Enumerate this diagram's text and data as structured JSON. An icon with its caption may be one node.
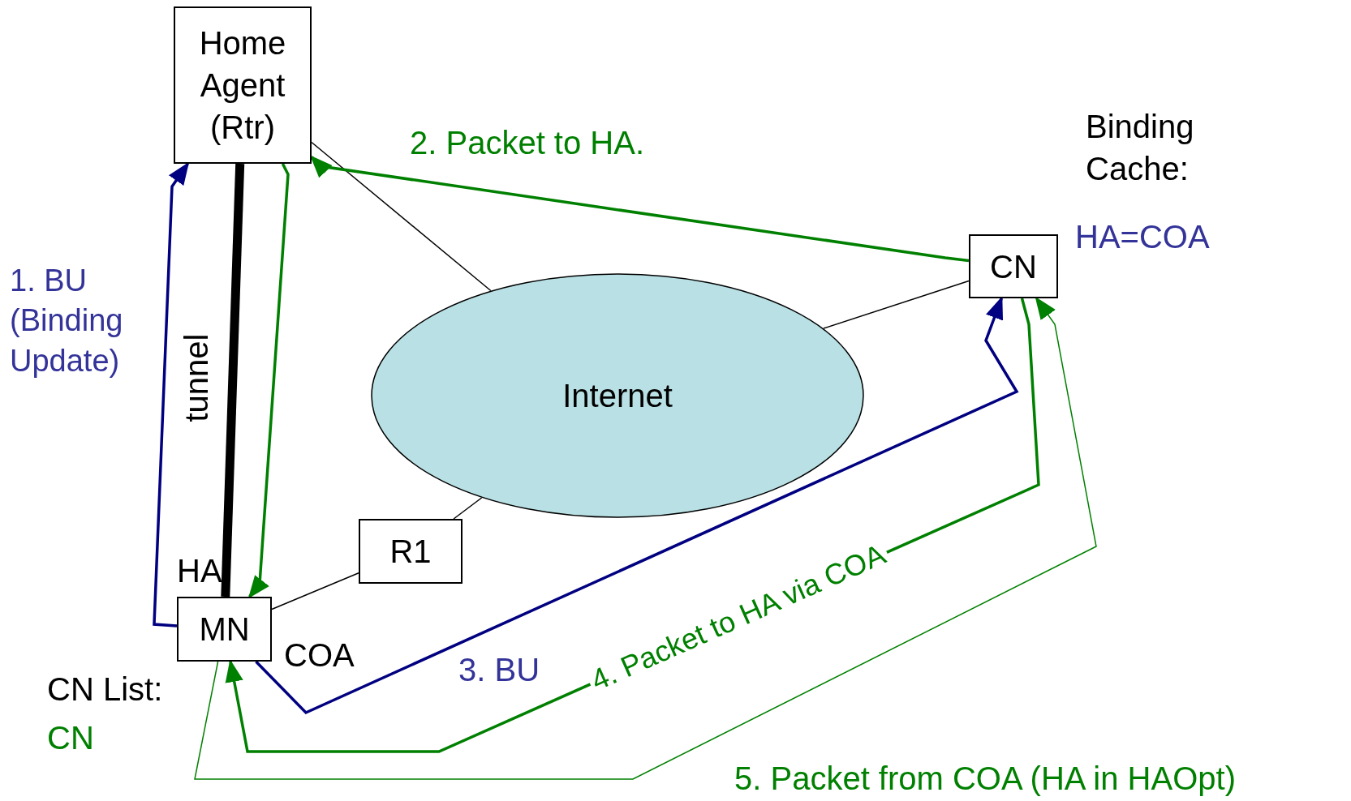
{
  "diagram": {
    "nodes": [
      {
        "text": [
          "Home Agent (Rtr)"
        ]
      },
      {
        "text": [
          "CN"
        ]
      },
      {
        "text": [
          "Internet"
        ]
      },
      {
        "text": [
          "R1"
        ]
      },
      {
        "text": [
          "MN"
        ]
      }
    ],
    "edges": [
      {
        "from": 0,
        "to": 2,
        "arrow": "none"
      },
      {
        "from": 1,
        "to": 2,
        "arrow": "none"
      },
      {
        "from": 3,
        "to": 2,
        "arrow": "none"
      },
      {
        "from": 4,
        "to": 3,
        "arrow": "none"
      },
      {
        "from": 4,
        "to": 0,
        "arrow": "none",
        "style": "thick",
        "label": "tunnel"
      },
      {
        "from": 4,
        "to": 0,
        "arrow": "to",
        "color": "#000080",
        "label": "1. BU (Binding Update)"
      },
      {
        "from": 1,
        "to": 0,
        "arrow": "to",
        "color": "#008000",
        "label": "2. Packet to HA."
      },
      {
        "from": 0,
        "to": 4,
        "arrow": "to",
        "color": "#008000"
      },
      {
        "from": 4,
        "to": 1,
        "arrow": "to",
        "color": "#000080",
        "label": "3. BU"
      },
      {
        "from": 1,
        "to": 4,
        "arrow": "to",
        "color": "#008000",
        "label": "4. Packet to HA via COA"
      },
      {
        "from": 4,
        "to": 1,
        "arrow": "to",
        "color": "#008000",
        "label": "5. Packet from COA (HA in HAOpt)"
      }
    ],
    "labels": [
      "Binding Cache:",
      "HA=COA",
      "HA",
      "COA",
      "CN List:",
      "CN"
    ]
  }
}
